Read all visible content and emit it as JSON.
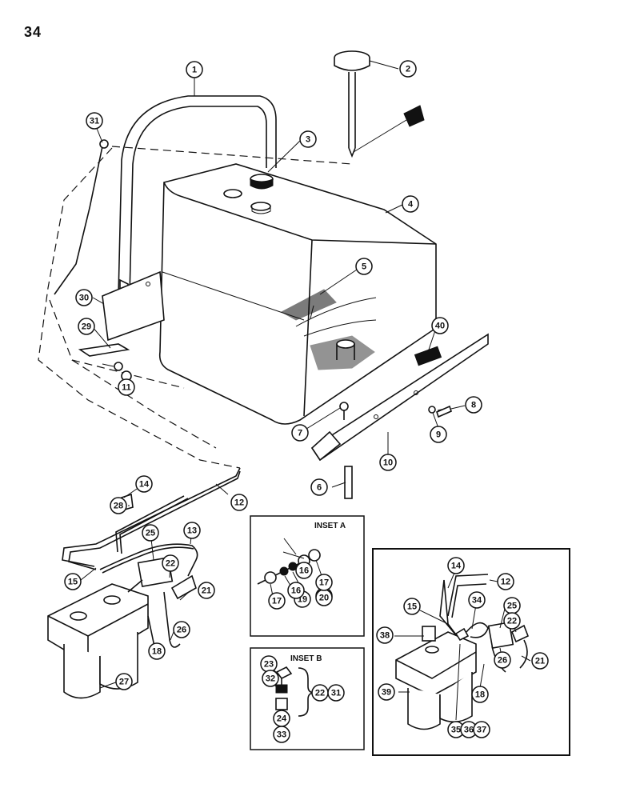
{
  "page_number": "34",
  "inset_a": {
    "title": "INSET A"
  },
  "inset_b": {
    "title": "INSET B"
  },
  "callouts": [
    "1",
    "2",
    "3",
    "4",
    "5",
    "6",
    "7",
    "8",
    "9",
    "10",
    "11",
    "12",
    "13",
    "14",
    "15",
    "16",
    "17",
    "18",
    "19",
    "20",
    "21",
    "22",
    "23",
    "24",
    "25",
    "26",
    "27",
    "28",
    "29",
    "30",
    "31",
    "32",
    "33",
    "34",
    "35",
    "36",
    "37",
    "38",
    "39",
    "40"
  ]
}
